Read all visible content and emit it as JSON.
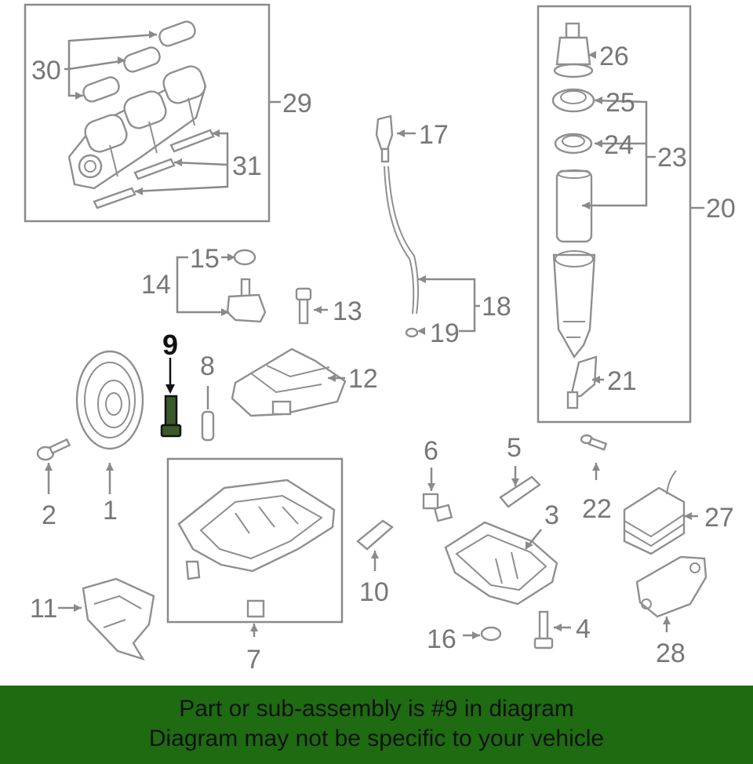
{
  "diagram": {
    "highlighted_part": "9",
    "callouts": {
      "c1": "1",
      "c2": "2",
      "c3": "3",
      "c4": "4",
      "c5": "5",
      "c6": "6",
      "c7": "7",
      "c8": "8",
      "c9": "9",
      "c10": "10",
      "c11": "11",
      "c12": "12",
      "c13": "13",
      "c14": "14",
      "c15": "15",
      "c16": "16",
      "c17": "17",
      "c18": "18",
      "c19": "19",
      "c20": "20",
      "c21": "21",
      "c22": "22",
      "c23": "23",
      "c24": "24",
      "c25": "25",
      "c26": "26",
      "c27": "27",
      "c28": "28",
      "c29": "29",
      "c30": "30",
      "c31": "31"
    }
  },
  "banner": {
    "line1": "Part or sub-assembly is #9 in diagram",
    "line2": "Diagram may not be specific to your vehicle",
    "color": "#1e6b12"
  }
}
